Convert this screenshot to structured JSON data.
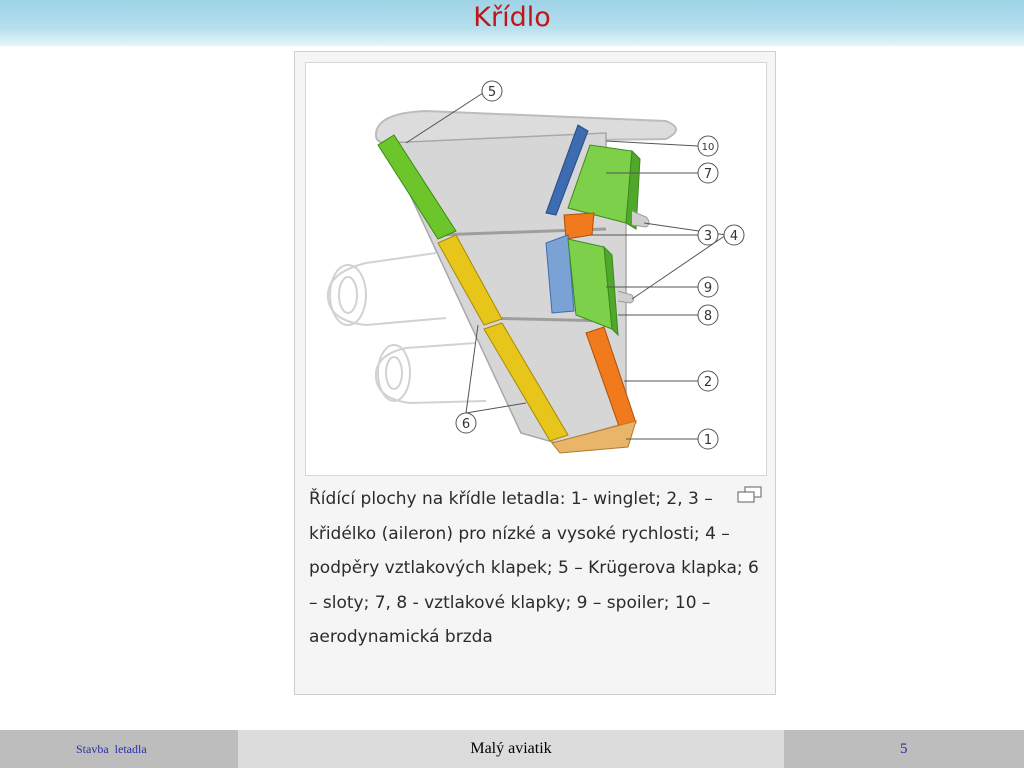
{
  "slide": {
    "title": "Křídlo"
  },
  "figure": {
    "caption": "Řídící plochy na křídle letadla: 1- winglet; 2, 3 – křidélko (aileron) pro nízké a vysoké rychlosti; 4 – podpěry vztlakových klapek; 5 – Krügerova klapka; 6 – sloty; 7, 8 - vztlakové klapky; 9 – spoiler; 10 – aerodynamická brzda",
    "labels": {
      "n1": "1",
      "n2": "2",
      "n3": "3",
      "n4": "4",
      "n5": "5",
      "n6": "6",
      "n7": "7",
      "n8": "8",
      "n9": "9",
      "n10": "10"
    },
    "colors": {
      "wing": "#d6d6d6",
      "slat_green": "#6cc52b",
      "slot_yellow": "#e8c51a",
      "aileron_orange": "#f07a1c",
      "spoiler_blue": "#3e6cb0",
      "flap_green": "#7cd04a",
      "winglet": "#e9b56a"
    },
    "icons": [
      "enlarge-icon"
    ]
  },
  "footer": {
    "left": "Stavba  letadla",
    "center": "Malý aviatik",
    "page": "5"
  }
}
